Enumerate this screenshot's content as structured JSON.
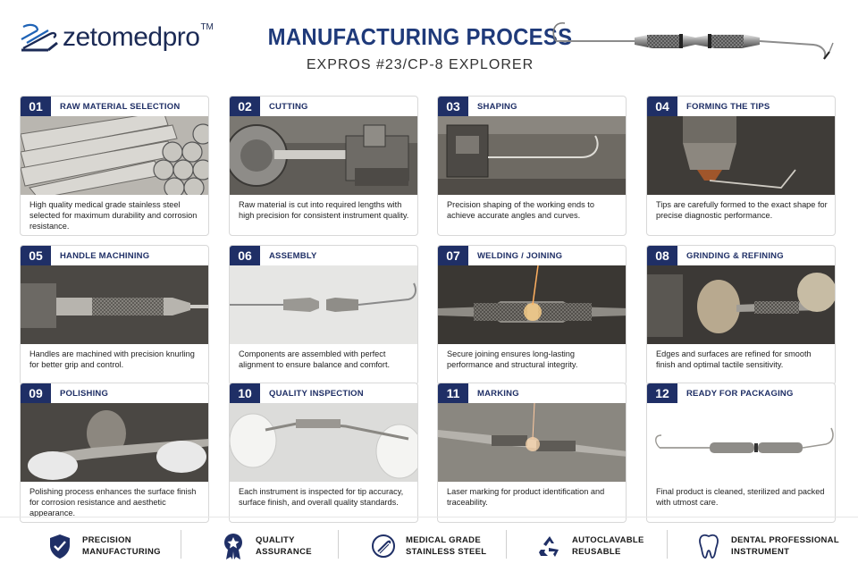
{
  "brand": {
    "name_a": "zeto",
    "name_b": "medpro",
    "tm": "TM"
  },
  "header": {
    "title": "MANUFACTURING PROCESS",
    "subtitle": "EXPROS #23/CP-8 EXPLORER"
  },
  "steps": [
    {
      "num": "01",
      "title": "RAW MATERIAL SELECTION",
      "desc": "High quality medical grade stainless steel selected for maximum durability and corrosion resistance.",
      "image": "steel-rods"
    },
    {
      "num": "02",
      "title": "CUTTING",
      "desc": "Raw material is cut into required lengths with high precision for consistent instrument quality.",
      "image": "lathe-chuck"
    },
    {
      "num": "03",
      "title": "SHAPING",
      "desc": "Precision shaping of the working ends to achieve accurate angles and curves.",
      "image": "bending-fixture"
    },
    {
      "num": "04",
      "title": "FORMING THE TIPS",
      "desc": "Tips are carefully formed to the exact shape for precise diagnostic performance.",
      "image": "tip-forming"
    },
    {
      "num": "05",
      "title": "HANDLE MACHINING",
      "desc": "Handles are machined with precision knurling for better grip and control.",
      "image": "knurling-lathe"
    },
    {
      "num": "06",
      "title": "ASSEMBLY",
      "desc": "Components are assembled with perfect alignment to ensure balance and comfort.",
      "image": "handle-parts"
    },
    {
      "num": "07",
      "title": "WELDING / JOINING",
      "desc": "Secure joining ensures long-lasting performance and structural integrity.",
      "image": "welding-spark"
    },
    {
      "num": "08",
      "title": "GRINDING & REFINING",
      "desc": "Edges and surfaces are refined for smooth finish and optimal tactile sensitivity.",
      "image": "grinding-wheel"
    },
    {
      "num": "09",
      "title": "POLISHING",
      "desc": "Polishing process enhances the surface finish for corrosion resistance and aesthetic appearance.",
      "image": "polishing-wheel"
    },
    {
      "num": "10",
      "title": "QUALITY INSPECTION",
      "desc": "Each instrument is inspected for tip accuracy, surface finish, and overall quality standards.",
      "image": "gloved-hands"
    },
    {
      "num": "11",
      "title": "MARKING",
      "desc": "Laser marking for product identification and traceability.",
      "image": "laser-marking"
    },
    {
      "num": "12",
      "title": "READY FOR PACKAGING",
      "desc": "Final product is cleaned, sterilized and packed with utmost care.",
      "image": "finished-instrument"
    }
  ],
  "features": [
    {
      "line1": "PRECISION",
      "line2": "MANUFACTURING",
      "icon": "shield-check-icon"
    },
    {
      "line1": "QUALITY",
      "line2": "ASSURANCE",
      "icon": "award-ribbon-icon"
    },
    {
      "line1": "MEDICAL GRADE",
      "line2": "STAINLESS STEEL",
      "icon": "instrument-circle-icon"
    },
    {
      "line1": "AUTOCLAVABLE",
      "line2": "REUSABLE",
      "icon": "recycle-icon"
    },
    {
      "line1": "DENTAL PROFESSIONAL",
      "line2": "INSTRUMENT",
      "icon": "tooth-icon"
    }
  ],
  "colors": {
    "navy": "#1f2f66",
    "title_blue": "#1f3a7a",
    "logo_blue": "#1f63b6"
  }
}
